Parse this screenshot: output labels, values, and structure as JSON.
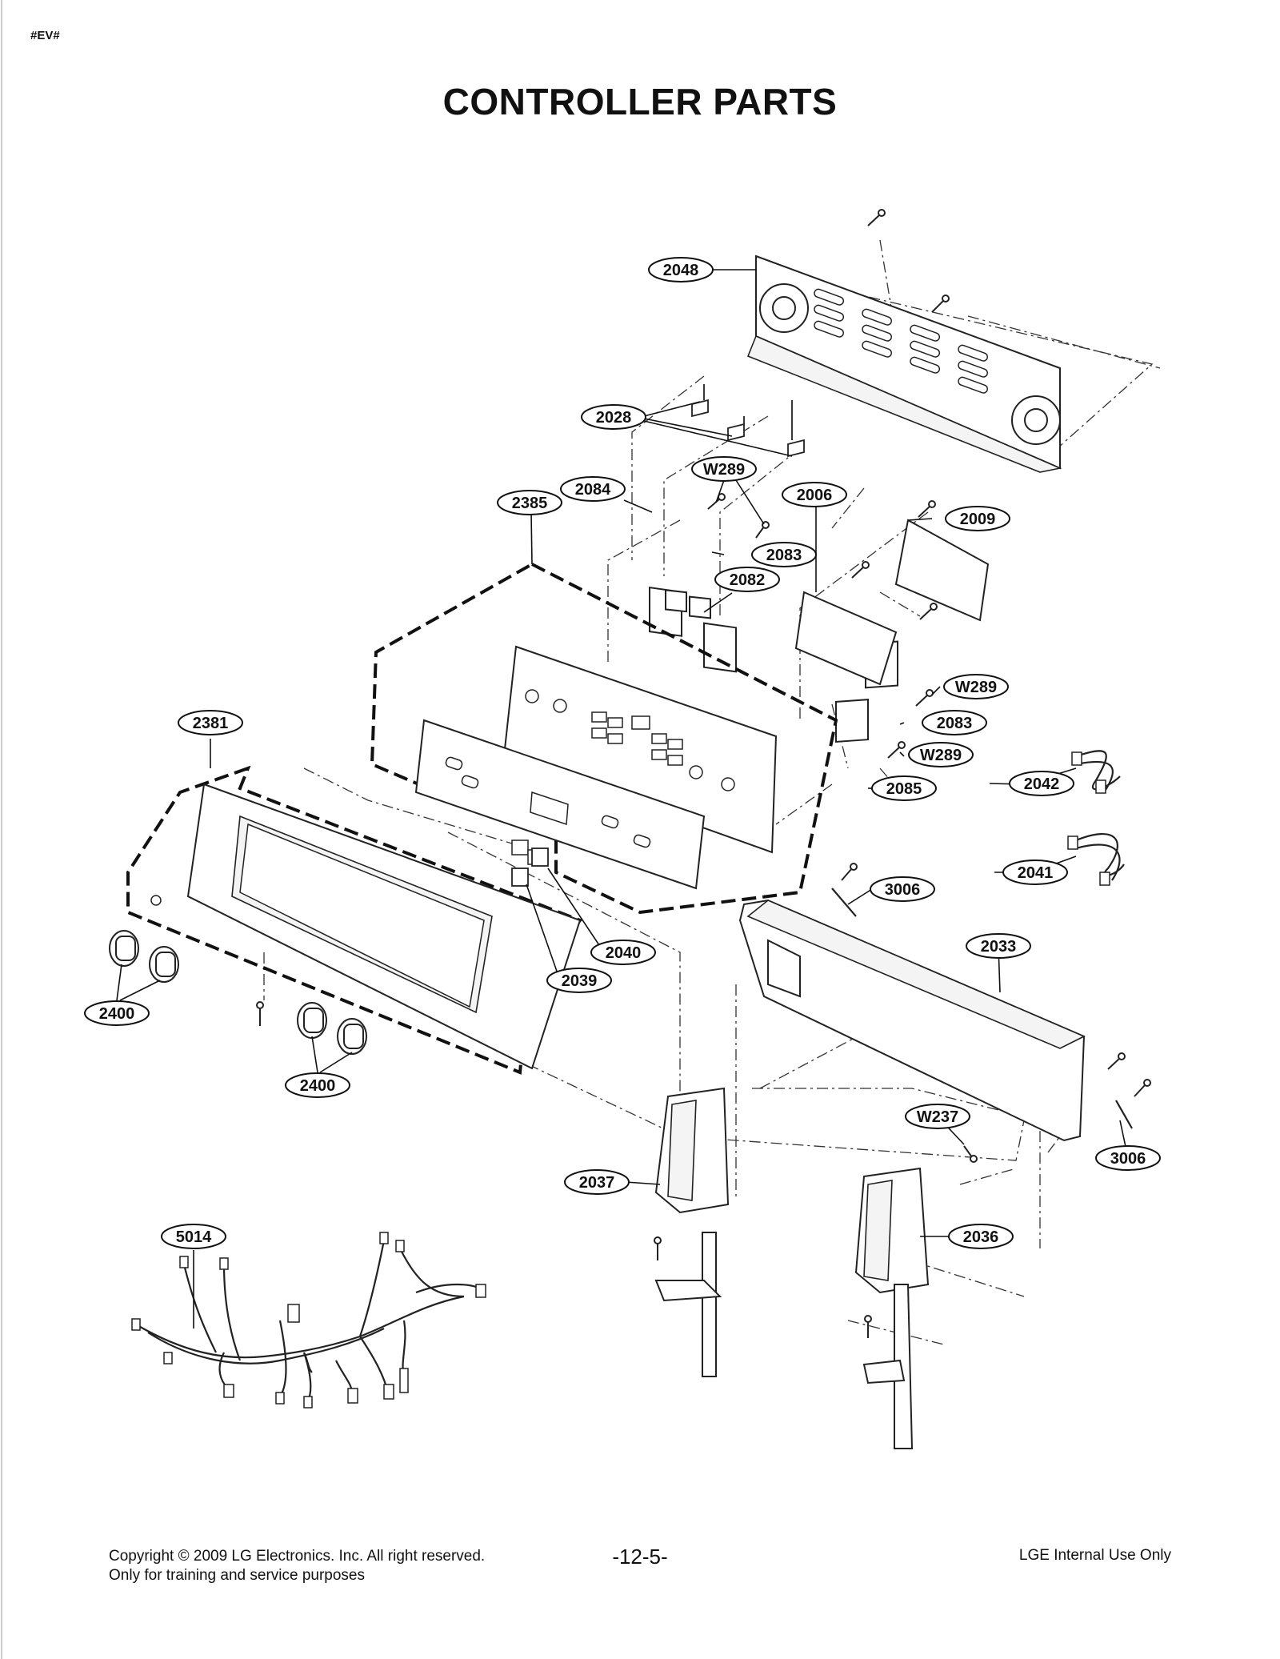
{
  "header": {
    "tag": "#EV#",
    "title": "CONTROLLER PARTS"
  },
  "footer": {
    "copyright_line1": "Copyright © 2009 LG Electronics. Inc. All right reserved.",
    "copyright_line2": "Only for training and service purposes",
    "page_number": "-12-5-",
    "internal_note": "LGE Internal Use Only"
  },
  "callouts": [
    {
      "id": "2048"
    },
    {
      "id": "2028"
    },
    {
      "id": "W289"
    },
    {
      "id": "2084"
    },
    {
      "id": "2385"
    },
    {
      "id": "2006"
    },
    {
      "id": "2009"
    },
    {
      "id": "2083"
    },
    {
      "id": "2082"
    },
    {
      "id": "W289"
    },
    {
      "id": "2083"
    },
    {
      "id": "W289"
    },
    {
      "id": "2085"
    },
    {
      "id": "2042"
    },
    {
      "id": "2381"
    },
    {
      "id": "2041"
    },
    {
      "id": "3006"
    },
    {
      "id": "2033"
    },
    {
      "id": "2040"
    },
    {
      "id": "2039"
    },
    {
      "id": "2400"
    },
    {
      "id": "2400"
    },
    {
      "id": "W237"
    },
    {
      "id": "3006"
    },
    {
      "id": "2037"
    },
    {
      "id": "2036"
    },
    {
      "id": "5014"
    }
  ]
}
